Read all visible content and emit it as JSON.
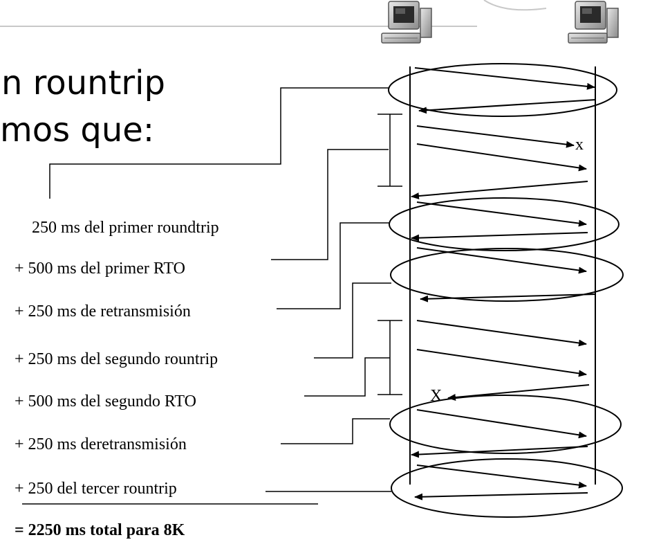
{
  "title": {
    "line1": "n rountrip",
    "line2": "mos que:"
  },
  "computers": [
    {
      "icon": "computer-icon"
    },
    {
      "icon": "computer-icon"
    }
  ],
  "breakdown": {
    "items": [
      "250 ms del primer roundtrip",
      "+ 500 ms del primer RTO",
      "+ 250 ms de retransmisión",
      "+ 250 ms del segundo rountrip",
      "+ 500 ms del segundo RTO",
      "+ 250 ms deretransmisión",
      "+ 250 del tercer rountrip"
    ],
    "total": "= 2250 ms total para 8K"
  },
  "loss_markers": [
    "x",
    "X"
  ]
}
